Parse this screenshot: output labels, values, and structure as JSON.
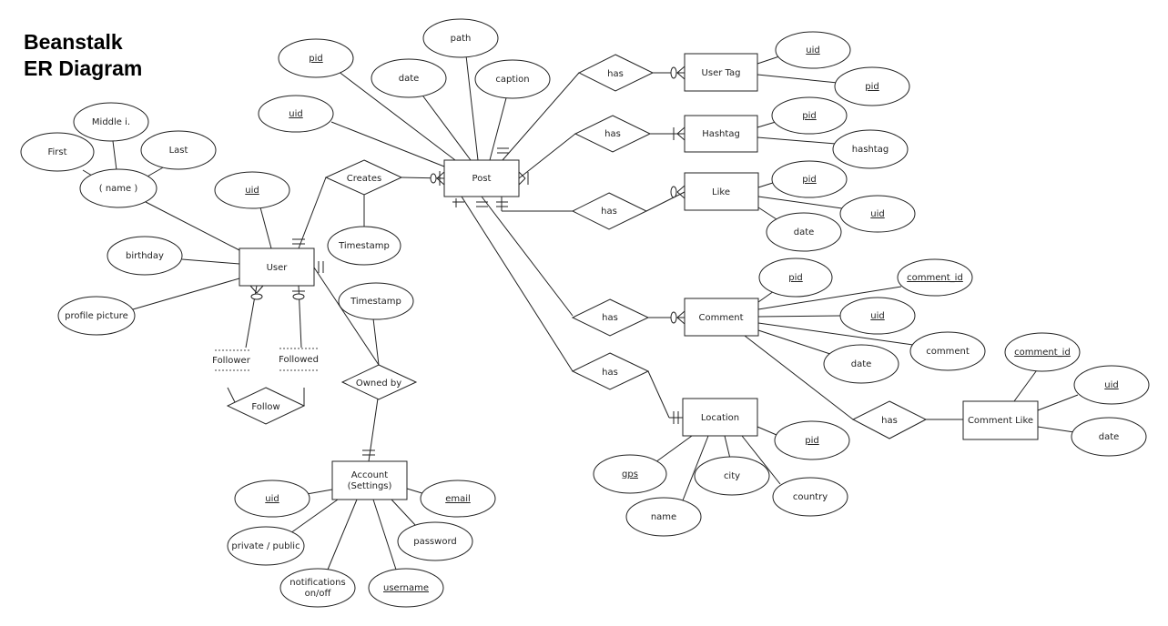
{
  "title": {
    "line1": "Beanstalk",
    "line2": "ER Diagram"
  },
  "entities": {
    "user": "User",
    "post": "Post",
    "user_tag": "User Tag",
    "hashtag": "Hashtag",
    "like": "Like",
    "comment": "Comment",
    "comment_like": "Comment Like",
    "location": "Location",
    "account": [
      "Account",
      "(Settings)"
    ]
  },
  "relationships": {
    "creates": "Creates",
    "owned_by": "Owned by",
    "follow": "Follow",
    "has_user_tag": "has",
    "has_hashtag": "has",
    "has_like": "has",
    "has_comment": "has",
    "has_location": "has",
    "has_comment_like": "has"
  },
  "roles": {
    "follower": "Follower",
    "followed": "Followed"
  },
  "attributes": {
    "user": {
      "uid": "uid",
      "name": "( name )",
      "first": "First",
      "middle": "Middle i.",
      "last": "Last",
      "birthday": "birthday",
      "profile_picture": "profile picture"
    },
    "creates": {
      "timestamp": "Timestamp"
    },
    "owned_by": {
      "timestamp": "Timestamp"
    },
    "post": {
      "pid": "pid",
      "uid": "uid",
      "date": "date",
      "path": "path",
      "caption": "caption"
    },
    "user_tag": {
      "uid": "uid",
      "pid": "pid"
    },
    "hashtag": {
      "pid": "pid",
      "hashtag": "hashtag"
    },
    "like": {
      "pid": "pid",
      "uid": "uid",
      "date": "date"
    },
    "comment": {
      "pid": "pid",
      "comment_id": "comment_id",
      "uid": "uid",
      "comment": "comment",
      "date": "date"
    },
    "comment_like": {
      "comment_id": "comment_id",
      "uid": "uid",
      "date": "date"
    },
    "location": {
      "pid": "pid",
      "gps": "gps",
      "city": "city",
      "country": "country",
      "name": "name"
    },
    "account": {
      "uid": "uid",
      "email": "email",
      "password": "password",
      "private_public": "private / public",
      "notifications": [
        "notifications",
        "on/off"
      ],
      "username": "username"
    }
  }
}
